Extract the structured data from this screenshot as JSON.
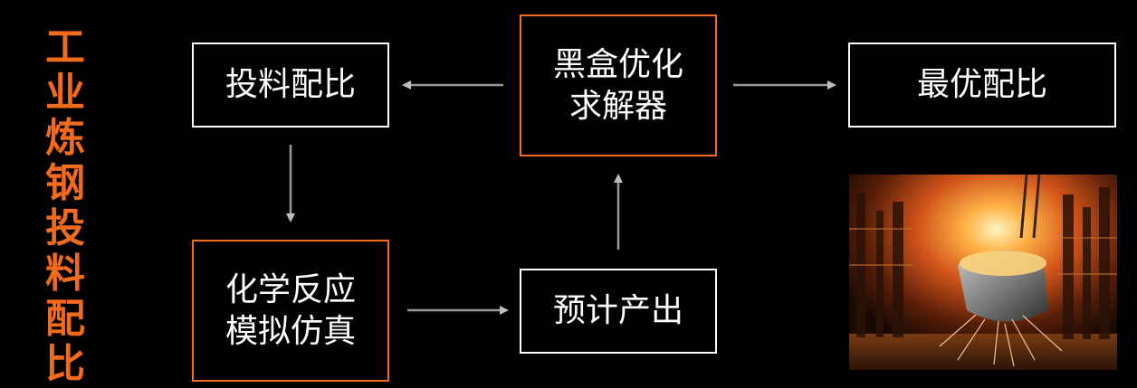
{
  "title": "工业炼钢投料配比",
  "nodes": {
    "feed_ratio": "投料配比",
    "blackbox_solver": [
      "黑盒优化",
      "求解器"
    ],
    "optimal_ratio": "最优配比",
    "chem_sim": [
      "化学反应",
      "模拟仿真"
    ],
    "predicted_output": "预计产出"
  },
  "colors": {
    "accent": "#f26a1b",
    "background": "#000000",
    "box_border": "#ffffff",
    "text": "#ffffff",
    "arrow": "#9a9a9a"
  }
}
